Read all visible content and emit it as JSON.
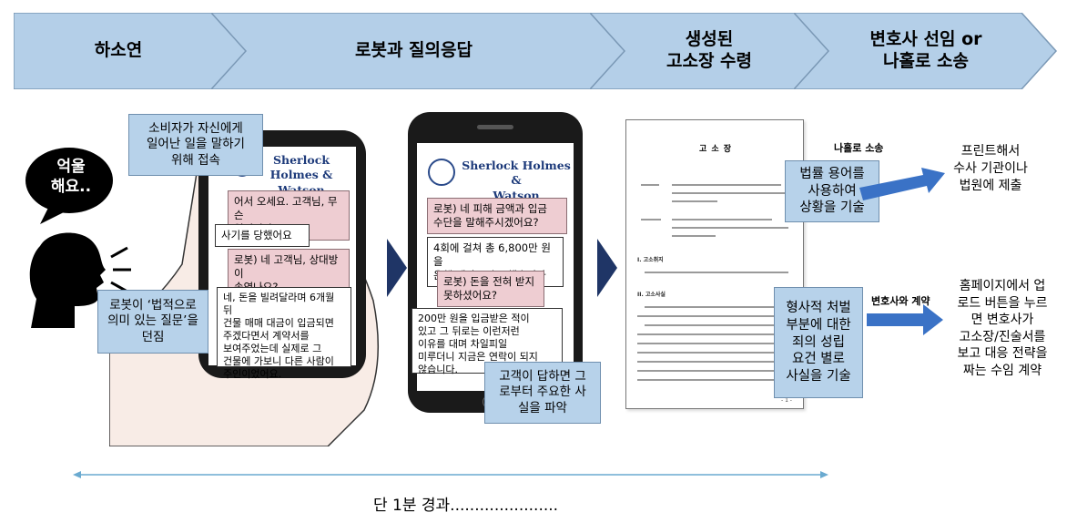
{
  "steps": [
    {
      "label": "하소연"
    },
    {
      "label": "로봇과 질의응답"
    },
    {
      "label": "생성된\n고소장 수령"
    },
    {
      "label": "변호사 선임 or\n나홀로 소송"
    }
  ],
  "person": {
    "speech": "억울\n해요.."
  },
  "phone1": {
    "title": "Sherlock Holmes &\nWatson",
    "callout_top": "소비자가 자신에게\n일어난 일을 말하기\n위해 접속",
    "callout_bottom": "로봇이 ‘법적으로\n의미 있는 질문’을\n던짐",
    "chat": [
      "어서 오세요. 고객님, 무슨\n일이신가요?",
      "사기를 당했어요",
      "로봇) 네 고객님, 상대방이\n속였나요?",
      "네, 돈을 빌려달라며 6개월 뒤\n건물 매매 대금이 입금되면\n주겠다면서 계약서를\n보여주었는데 실제로 그\n건물에 가보니 다른 사람이\n주인이었어요."
    ]
  },
  "phone2": {
    "title": "Sherlock Holmes &\nWatson",
    "chat": [
      "로봇) 네 피해 금액과 입금\n수단을 말해주시겠어요?",
      "4회에 걸쳐 총 6,800만 원을\n은행 계좌로 송금했습니다",
      "로봇) 돈을 전혀 받지\n못하셨어요?",
      "200만 원을 입금받은 적이\n있고 그 뒤로는 이런저런\n이유를 대며 차일피일\n미루더니 지금은 연락이 되지\n않습니다."
    ],
    "callout": "고객이 답하면 그\n로부터 주요한 사\n실을 파악"
  },
  "document": {
    "title": "고 소 장",
    "callout_top": "법률 용어를\n사용하여\n상황을 기술",
    "callout_bottom": "형사적 처벌\n부분에 대한\n죄의 성립\n요건 별로\n사실을 기술",
    "section1": "I. 고소취지",
    "section2": "II. 고소사실",
    "page": "- 1 -"
  },
  "outcomes": {
    "label_top": "나홀로 소송",
    "text_top": "프린트해서\n수사 기관이나\n법원에 제출",
    "label_bottom": "변호사와 계약",
    "text_bottom": "홈페이지에서 업\n로드 버튼을 누르\n면 변호사가\n고소장/진술서를\n보고 대응 전략을\n짜는 수임 계약"
  },
  "timeline": {
    "text": "단 1분 경과......................"
  },
  "colors": {
    "chevron_fill": "#b4cfe8",
    "chevron_stroke": "#7a98b5",
    "callout_fill": "#b7d2ea",
    "pink_bubble": "#eecdd2",
    "triangle": "#1f3566",
    "big_arrow": "#3a72c6",
    "timeline": "#6aaad0"
  }
}
